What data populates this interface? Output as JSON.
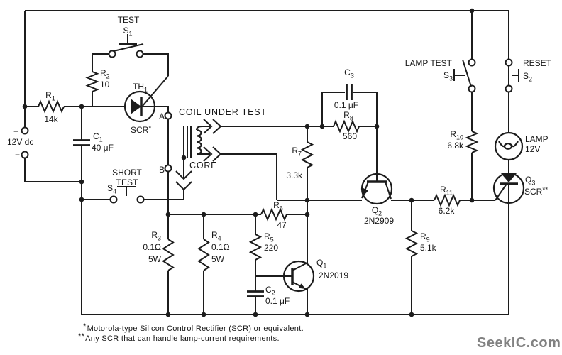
{
  "watermark": "SeekIC.com",
  "footnotes": [
    {
      "mark": "*",
      "text": "Motorola-type Silicon Control Rectifier (SCR) or equivalent."
    },
    {
      "mark": "**",
      "text": "Any SCR that can handle lamp-current requirements."
    }
  ],
  "supply": {
    "plus": "+",
    "minus": "−",
    "label": "12V dc"
  },
  "switches": {
    "s1": {
      "caption": "TEST",
      "name": "S",
      "sub": "1"
    },
    "s2": {
      "caption": "RESET",
      "name": "S",
      "sub": "2"
    },
    "s3": {
      "caption": "LAMP TEST",
      "name": "S",
      "sub": "3"
    },
    "s4": {
      "caption1": "SHORT",
      "caption2": "TEST",
      "name": "S",
      "sub": "4"
    }
  },
  "transformer": {
    "coil_caption": "COIL UNDER TEST",
    "core_caption": "CORE",
    "terminal_a": "A",
    "terminal_b": "B"
  },
  "lamp": {
    "caption": "LAMP",
    "value": "12V"
  },
  "components": {
    "r1": {
      "name": "R",
      "sub": "1",
      "value": "14k"
    },
    "r2": {
      "name": "R",
      "sub": "2",
      "value": "10"
    },
    "r3": {
      "name": "R",
      "sub": "3",
      "value": "0.1Ω",
      "value2": "5W"
    },
    "r4": {
      "name": "R",
      "sub": "4",
      "value": "0.1Ω",
      "value2": "5W"
    },
    "r5": {
      "name": "R",
      "sub": "5",
      "value": "220"
    },
    "r6": {
      "name": "R",
      "sub": "6",
      "value": "47"
    },
    "r7": {
      "name": "R",
      "sub": "7",
      "value": "3.3k"
    },
    "r8": {
      "name": "R",
      "sub": "8",
      "value": "560"
    },
    "r9": {
      "name": "R",
      "sub": "9",
      "value": "5.1k"
    },
    "r10": {
      "name": "R",
      "sub": "10",
      "value": "6.8k"
    },
    "r11": {
      "name": "R",
      "sub": "11",
      "value": "6.2k"
    },
    "c1": {
      "name": "C",
      "sub": "1",
      "value": "40 μF"
    },
    "c2": {
      "name": "C",
      "sub": "2",
      "value": "0.1 μF"
    },
    "c3": {
      "name": "C",
      "sub": "3",
      "value": "0.1 μF"
    },
    "q1": {
      "name": "Q",
      "sub": "1",
      "value": "2N2019"
    },
    "q2": {
      "name": "Q",
      "sub": "2",
      "value": "2N2909"
    },
    "q3": {
      "name": "Q",
      "sub": "3",
      "value": "SCR",
      "value_sup": "**"
    },
    "th1": {
      "name": "TH",
      "sub": "1",
      "value": "SCR",
      "value_sup": "*"
    }
  }
}
